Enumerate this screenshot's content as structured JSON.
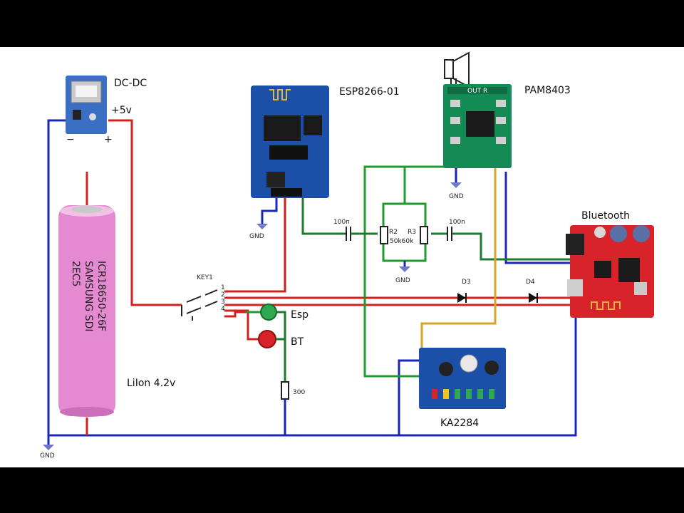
{
  "labels": {
    "dcdc": "DC-DC",
    "plus5v": "+5v",
    "minus": "−",
    "plus": "+",
    "esp_module": "ESP8266-01",
    "pam": "PAM8403",
    "bluetooth": "Bluetooth",
    "key": "KEY1",
    "esp_led": "Esp",
    "bt_led": "BT",
    "resistor_300": "300",
    "liion": "LiIon 4.2v",
    "ka": "KA2284",
    "gnd": "GND",
    "d3": "D3",
    "d4": "D4",
    "cap_left": "100n",
    "cap_right": "100n",
    "r2": "R2",
    "r3": "R3",
    "pot_value": "50k60k",
    "pam_out": "OUT R",
    "sw_pin1": "1",
    "sw_pin2": "2",
    "sw_pin3": "3",
    "sw_pin4": "4"
  },
  "battery": {
    "line1": "ICR18650-26F",
    "line2": "SAMSUNG SDI",
    "line3": "2EC5"
  },
  "colors": {
    "wire_power": "#d32020",
    "wire_ground": "#1a28b8",
    "wire_audio_left": "#1f9a2e",
    "wire_audio_right": "#d4a526",
    "battery": "#e58ad0",
    "pcb_blue": "#1c4fa8",
    "pcb_green": "#148a55",
    "pcb_red": "#d8232a"
  }
}
